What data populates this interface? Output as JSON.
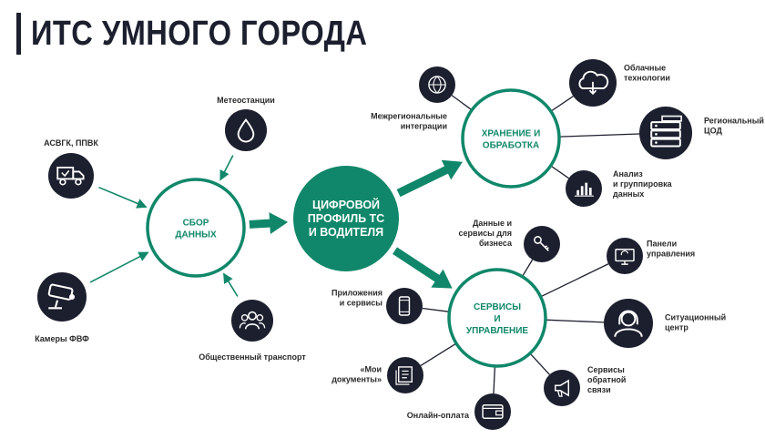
{
  "title": "ИТС УМНОГО ГОРОДА",
  "colors": {
    "accent": "#10876a",
    "node": "#1c1f2e",
    "text": "#2a2a2a"
  },
  "hubs": {
    "collect": [
      "СБОР",
      "ДАННЫХ"
    ],
    "core": [
      "ЦИФРОВОЙ",
      "ПРОФИЛЬ ТС",
      "И ВОДИТЕЛЯ"
    ],
    "storage": [
      "ХРАНЕНИЕ И",
      "ОБРАБОТКА"
    ],
    "services": [
      "СЕРВИСЫ",
      "И",
      "УПРАВЛЕНИЕ"
    ]
  },
  "nodes": {
    "weather": {
      "icon": "drop-icon",
      "label": [
        "Метеостанции"
      ]
    },
    "asvgk": {
      "icon": "truck-icon",
      "label": [
        "АСВГК, ППВК"
      ]
    },
    "cameras": {
      "icon": "camera-icon",
      "label": [
        "Камеры ФВФ"
      ]
    },
    "transport": {
      "icon": "people-icon",
      "label": [
        "Общественный транспорт"
      ]
    },
    "interregional": {
      "icon": "globe-icon",
      "label": [
        "Межрегиональные",
        "интеграции"
      ]
    },
    "cloud": {
      "icon": "cloud-icon",
      "label": [
        "Облачные",
        "технологии"
      ]
    },
    "cod": {
      "icon": "server-icon",
      "label": [
        "Региональный",
        "ЦОД"
      ]
    },
    "analysis": {
      "icon": "bar-chart-icon",
      "label": [
        "Анализ",
        "и группировка",
        "данных"
      ]
    },
    "business": {
      "icon": "key-icon",
      "label": [
        "Данные и",
        "сервисы для",
        "бизнеса"
      ]
    },
    "panels": {
      "icon": "monitor-icon",
      "label": [
        "Панели",
        "управления"
      ]
    },
    "apps": {
      "icon": "phone-icon",
      "label": [
        "Приложения",
        "и сервисы"
      ]
    },
    "situation": {
      "icon": "operator-icon",
      "label": [
        "Ситуационный",
        "центр"
      ]
    },
    "docs": {
      "icon": "documents-icon",
      "label": [
        "«Мои",
        "документы»"
      ]
    },
    "feedback": {
      "icon": "megaphone-icon",
      "label": [
        "Сервисы",
        "обратной",
        "связи"
      ]
    },
    "payment": {
      "icon": "wallet-icon",
      "label": [
        "Онлайн-оплата"
      ]
    }
  }
}
